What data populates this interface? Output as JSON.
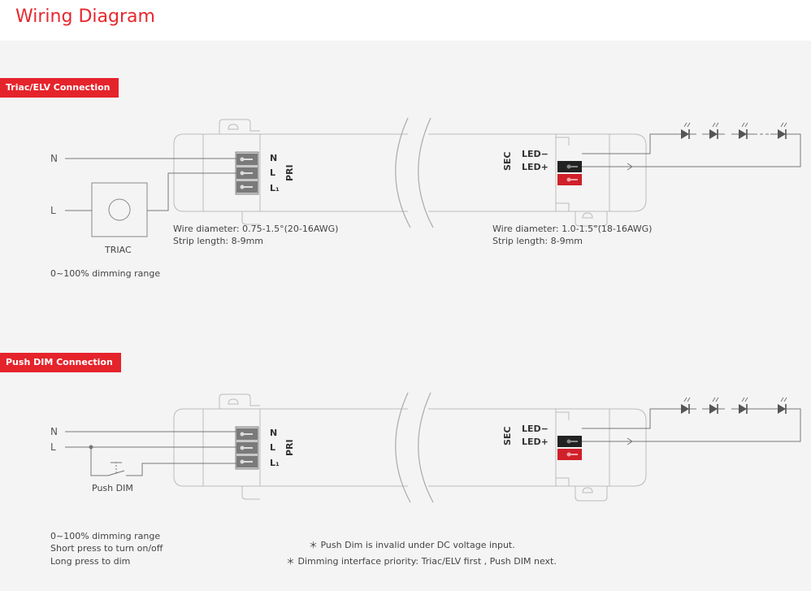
{
  "title": "Wiring Diagram",
  "sections": [
    {
      "tag": "Triac/ELV Connection",
      "line_n": "N",
      "line_l": "L",
      "control_label": "TRIAC",
      "primary": {
        "n": "N",
        "l": "L",
        "l1": "L₁",
        "group": "PRI",
        "wire_diameter": "Wire diameter: 0.75-1.5°(20-16AWG)",
        "strip_length": "Strip length: 8-9mm"
      },
      "secondary": {
        "group": "SEC",
        "neg": "LED−",
        "pos": "LED+",
        "wire_diameter": "Wire diameter: 1.0-1.5°(18-16AWG)",
        "strip_length": "Strip length: 8-9mm"
      },
      "notes": [
        "0~100% dimming range"
      ]
    },
    {
      "tag": "Push DIM Connection",
      "line_n": "N",
      "line_l": "L",
      "control_label": "Push DIM",
      "primary": {
        "n": "N",
        "l": "L",
        "l1": "L₁",
        "group": "PRI"
      },
      "secondary": {
        "group": "SEC",
        "neg": "LED−",
        "pos": "LED+"
      },
      "notes": [
        "0~100% dimming range",
        "Short press to turn on/off",
        "Long press to dim"
      ]
    }
  ],
  "footnotes": [
    "＊ Push Dim is invalid under DC voltage input.",
    "＊ Dimming interface priority: Triac/ELV first , Push DIM next."
  ],
  "colors": {
    "accent": "#e5232b",
    "line": "#777777",
    "driver_outline": "#bbbbbb",
    "terminal_dark": "#222222",
    "terminal_red": "#d0202a"
  }
}
